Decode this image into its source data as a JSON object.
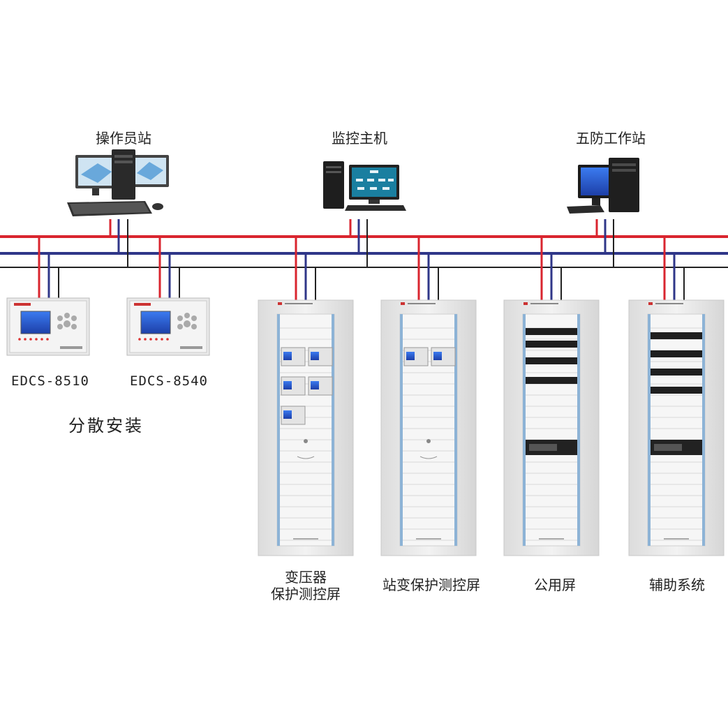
{
  "top_stations": [
    {
      "name": "操作员站"
    },
    {
      "name": "监控主机"
    },
    {
      "name": "五防工作站"
    }
  ],
  "field_devices": [
    {
      "model": "EDCS-8510"
    },
    {
      "model": "EDCS-8540"
    }
  ],
  "distributed_label": "分散安装",
  "cabinets": [
    {
      "label_line1": "变压器",
      "label_line2": "保护测控屏"
    },
    {
      "label_line1": "站变保护测控屏",
      "label_line2": ""
    },
    {
      "label_line1": "公用屏",
      "label_line2": ""
    },
    {
      "label_line1": "辅助系统",
      "label_line2": ""
    }
  ],
  "colors": {
    "bus_red": "#d9252f",
    "bus_blue": "#2f3688",
    "bus_black": "#222222",
    "screen_blue": "#2a5bd7",
    "cabinet_body": "#ececec"
  }
}
